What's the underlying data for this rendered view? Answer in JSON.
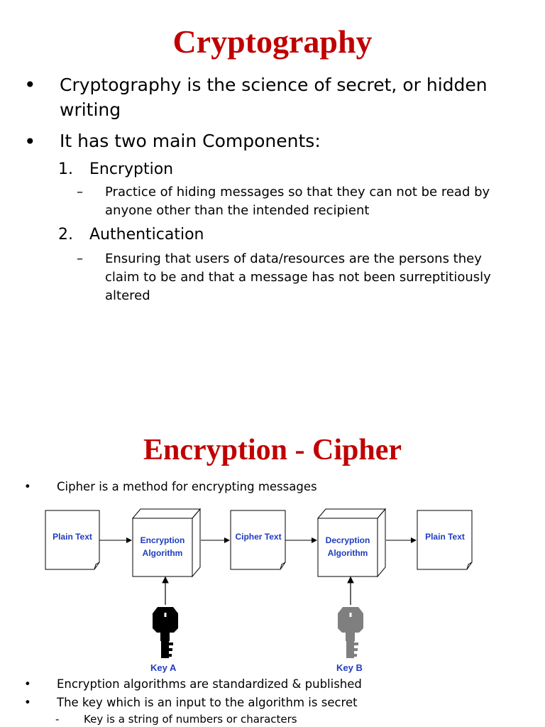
{
  "slide1": {
    "title": "Cryptography",
    "bullets": [
      {
        "line1": "Cryptography is the science of secret, or hidden",
        "line2": "writing"
      },
      {
        "line1": "It has two main Components:"
      }
    ],
    "components": [
      {
        "number": "1.",
        "name": "Encryption",
        "detail": [
          "Practice of hiding messages so that they can not be read by",
          "anyone other than the intended recipient"
        ]
      },
      {
        "number": "2.",
        "name": "Authentication",
        "detail": [
          "Ensuring that users of data/resources are the persons they",
          "claim to be and that a message has not been surreptitiously",
          "altered"
        ]
      }
    ]
  },
  "slide2": {
    "title": "Encryption - Cipher",
    "intro": "Cipher is a method for encrypting messages",
    "diagram": {
      "plain_text_1": "Plain Text",
      "encryption_algorithm": [
        "Encryption",
        "Algorithm"
      ],
      "cipher_text": "Cipher Text",
      "decryption_algorithm": [
        "Decryption",
        "Algorithm"
      ],
      "plain_text_2": "Plain Text",
      "key_a": "Key A",
      "key_b": "Key B",
      "key_a_color": "#000000",
      "key_b_color": "#7f7f7f",
      "label_color": "#1f3bbf"
    },
    "bullets": [
      "Encryption algorithms are standardized & published",
      "The key which is an input to the algorithm is secret"
    ],
    "sub_bullet": "Key is a string of numbers or characters"
  },
  "colors": {
    "title": "#c00000",
    "label": "#1f3bbf"
  }
}
